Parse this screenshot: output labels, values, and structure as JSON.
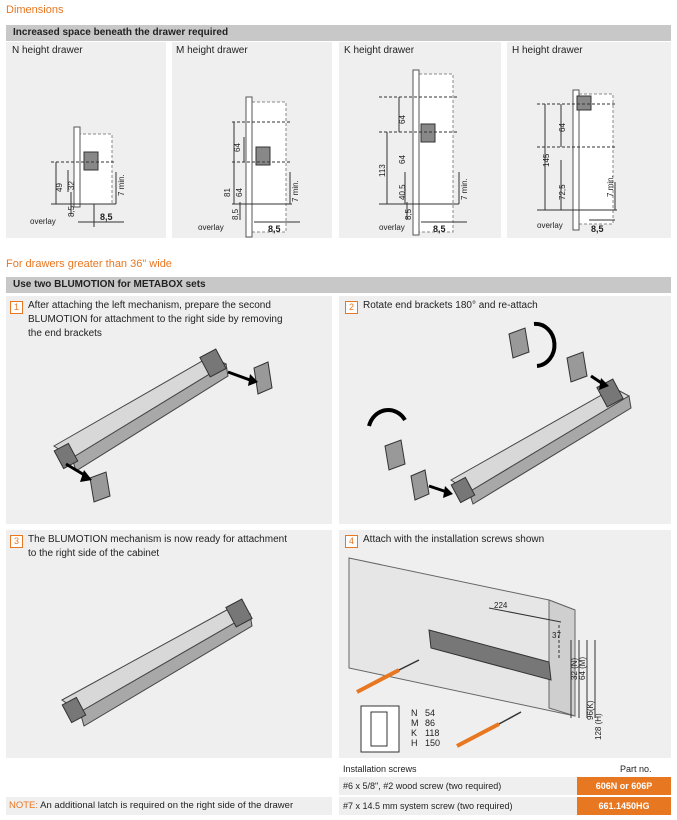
{
  "dimensions": {
    "title": "Dimensions",
    "bar": "Increased space beneath the drawer required",
    "panels": [
      {
        "label": "N height drawer",
        "dims": {
          "a": "49",
          "b": "32",
          "c": "8,5",
          "d": "8,5",
          "e": "7 min.",
          "overlay": "overlay"
        }
      },
      {
        "label": "M height drawer",
        "dims": {
          "a": "64",
          "b": "81",
          "c": "64",
          "d": "8,5",
          "e": "8,5",
          "f": "7 min.",
          "overlay": "overlay"
        }
      },
      {
        "label": "K height drawer",
        "dims": {
          "a": "64",
          "b": "113",
          "c": "64",
          "d": "40,5",
          "e": "8,5",
          "f": "8,5",
          "g": "7 min.",
          "overlay": "overlay"
        }
      },
      {
        "label": "H height drawer",
        "dims": {
          "a": "64",
          "b": "145",
          "c": "72,5",
          "d": "8,5",
          "e": "7 min.",
          "overlay": "overlay"
        }
      }
    ]
  },
  "wide": {
    "title": "For drawers greater than 36\" wide",
    "bar": "Use two BLUMOTION for METABOX sets",
    "steps": [
      {
        "num": "1",
        "text": [
          "After attaching the left mechanism, prepare the second",
          "BLUMOTION for attachment to the right side by removing",
          "the end brackets"
        ]
      },
      {
        "num": "2",
        "text": [
          "Rotate end brackets 180° and re-attach"
        ]
      },
      {
        "num": "3",
        "text": [
          "The BLUMOTION mechanism is now ready for attachment",
          "to the right side of the cabinet"
        ]
      },
      {
        "num": "4",
        "text": [
          "Attach with the installation screws shown"
        ]
      }
    ],
    "step4_dims": {
      "d224": "224",
      "d37": "37",
      "d32": "32 (N)",
      "d64": "64 (M)",
      "d96": "96(K)",
      "d128": "128 (H)"
    },
    "legend": [
      {
        "k": "N",
        "v": "54"
      },
      {
        "k": "M",
        "v": "86"
      },
      {
        "k": "K",
        "v": "118"
      },
      {
        "k": "H",
        "v": "150"
      }
    ]
  },
  "screws": {
    "header_left": "Installation screws",
    "header_right": "Part no.",
    "rows": [
      {
        "desc": "#6 x 5/8\", #2 wood screw (two required)",
        "part": "606N or 606P"
      },
      {
        "desc": "#7 x 14.5 mm system screw (two required)",
        "part": "661.1450HG"
      }
    ]
  },
  "note": {
    "label": "NOTE:",
    "text": " An additional latch is required on the right side of the drawer"
  },
  "colors": {
    "accent": "#e87722",
    "bar": "#c8c8c8",
    "panel": "#efefef"
  }
}
